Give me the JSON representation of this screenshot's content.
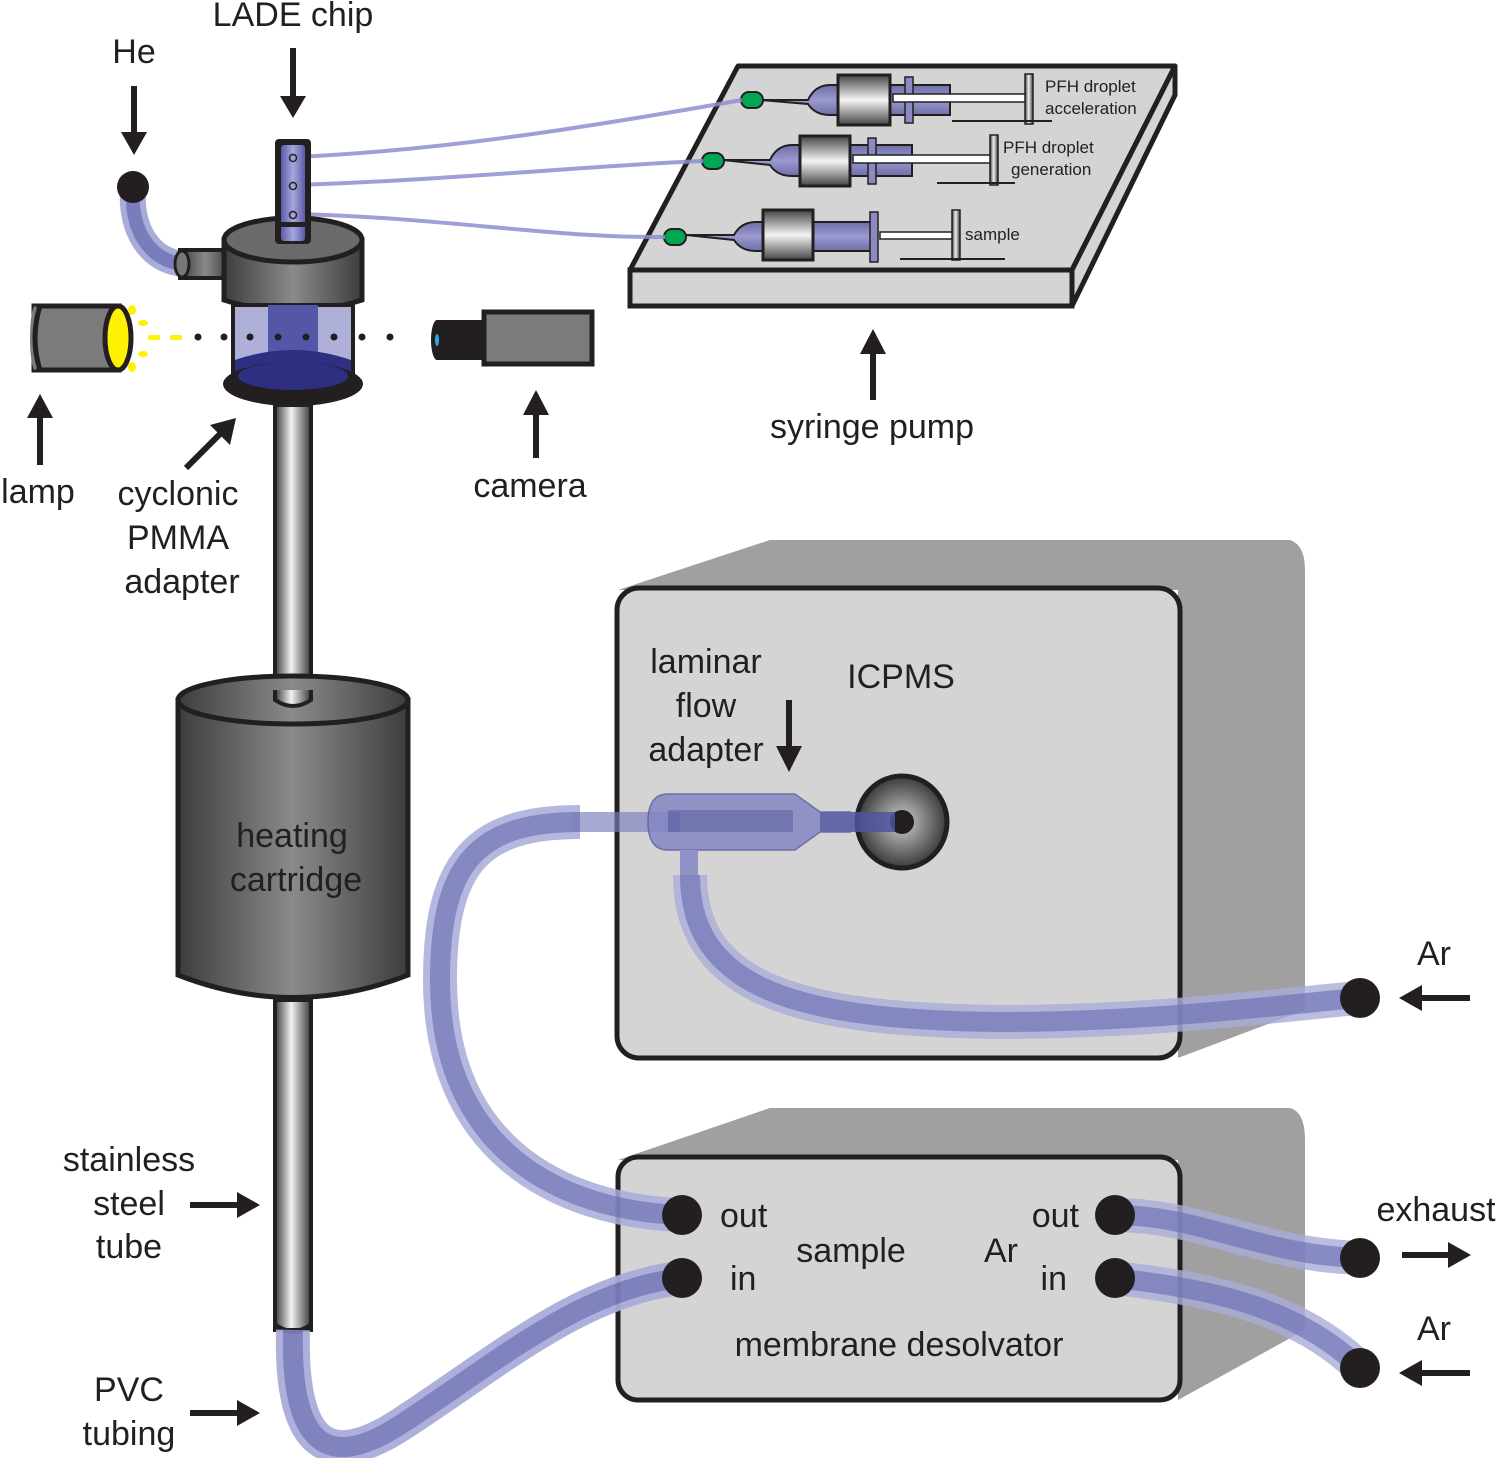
{
  "figure": {
    "description": "Experimental setup schematic: LADE chip droplet generator coupled to ICPMS via cyclonic adapter, heating cartridge and membrane desolvator"
  },
  "labels": {
    "he": "He",
    "lade_chip": "LADE chip",
    "lamp": "lamp",
    "cyclonic": [
      "cyclonic",
      "PMMA",
      "adapter"
    ],
    "camera": "camera",
    "syringe_pump": "syringe pump",
    "heating": [
      "heating",
      "cartridge"
    ],
    "stainless": [
      "stainless",
      "steel",
      "tube"
    ],
    "pvc": [
      "PVC",
      "tubing"
    ],
    "laminar": [
      "laminar",
      "flow",
      "adapter"
    ],
    "icpms": "ICPMS",
    "ar_icpms": "Ar",
    "exhaust": "exhaust",
    "ar_desolvator": "Ar",
    "desolvator": {
      "title": "membrane desolvator",
      "sample": "sample",
      "ar": "Ar",
      "sample_out": "out",
      "sample_in": "in",
      "ar_out": "out",
      "ar_in": "in"
    }
  },
  "syringes": [
    {
      "label": [
        "PFH droplet",
        "acceleration"
      ]
    },
    {
      "label": [
        "PFH droplet",
        "generation"
      ]
    },
    {
      "label": [
        "sample"
      ]
    }
  ],
  "colors": {
    "tube_outer": "#a9acd8",
    "tube_inner": "#7a7dbb",
    "device_face": "#d4d4d4",
    "device_side": "#a0a0a0",
    "outline": "#231f20",
    "lamp_light": "#fff200",
    "connector": "#00a651",
    "camera_lens": "#29abe2"
  }
}
